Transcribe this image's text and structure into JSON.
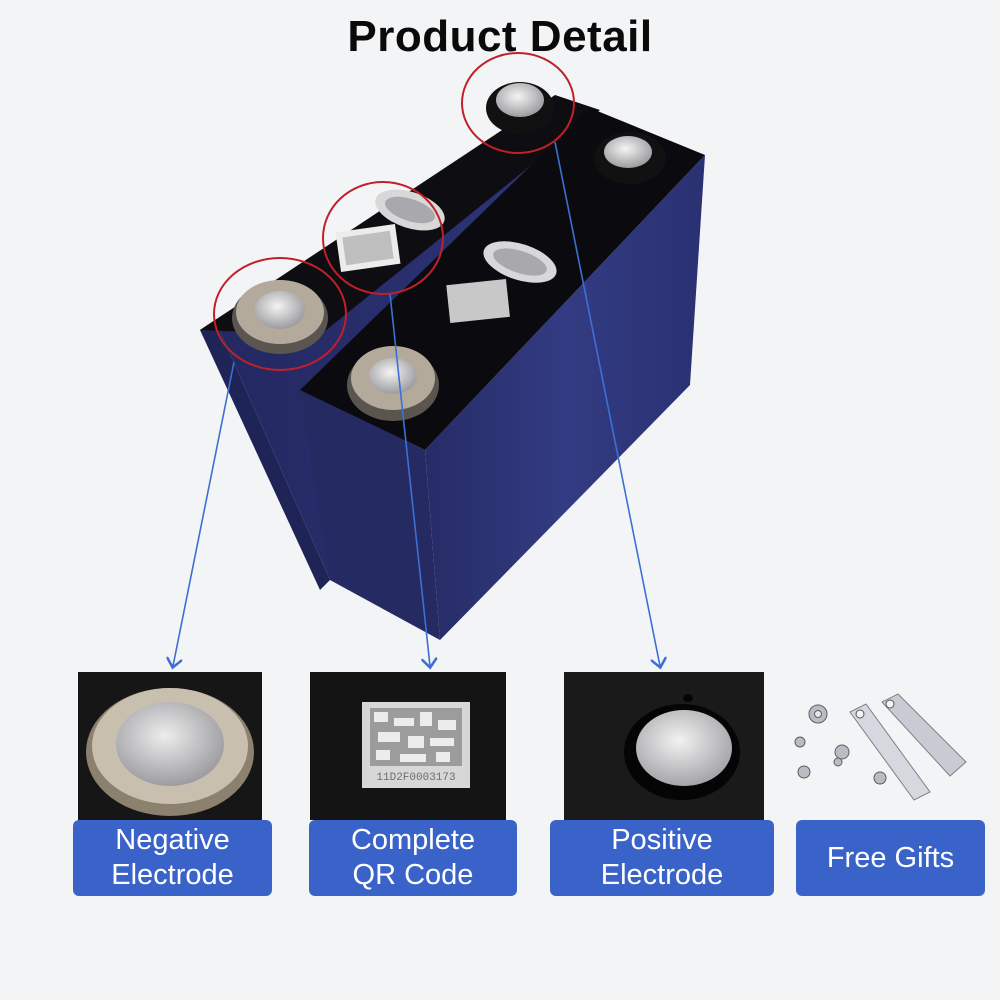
{
  "title": "Product Detail",
  "callouts": [
    {
      "id": "negative",
      "line1": "Negative",
      "line2": "Electrode"
    },
    {
      "id": "qr",
      "line1": "Complete",
      "line2": "QR Code"
    },
    {
      "id": "positive",
      "line1": "Positive",
      "line2": "Electrode"
    },
    {
      "id": "gifts",
      "line1": "Free Gifts"
    }
  ],
  "qr_serial": "11D2F0003173",
  "colors": {
    "cell_body": "#2d3476",
    "cell_top": "#0e0e12",
    "highlight_circle": "#c0202a",
    "pointer_line": "#3d6fd6",
    "label_bg": "#3a63c9"
  }
}
